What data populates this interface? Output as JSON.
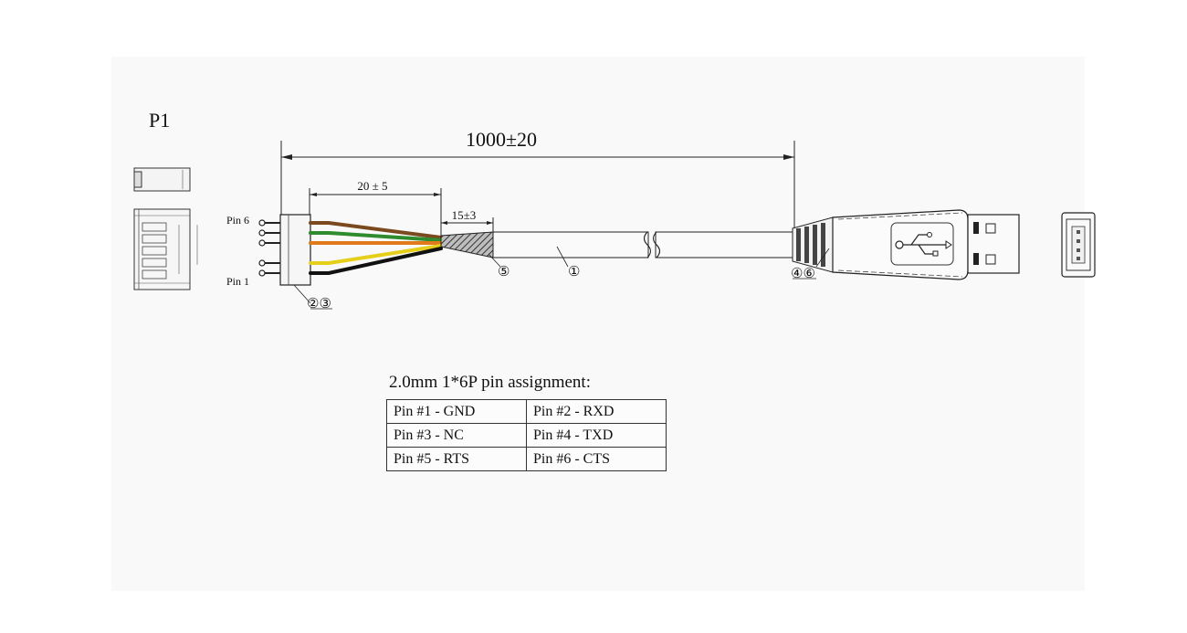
{
  "diagram": {
    "title": "P1",
    "overall_length": "1000±20",
    "strip_length": "20 ± 5",
    "shield_length": "15±3",
    "pin_top_label": "Pin 6",
    "pin_bottom_label": "Pin 1",
    "callout_connector": "②③",
    "callout_shield": "⑤",
    "callout_cable": "①",
    "callout_usb": "④⑥",
    "wire_colors": [
      "#7a4a1e",
      "#2e8b2e",
      "#e07a1a",
      "#e6cf1a",
      "#111111"
    ]
  },
  "pin_assignment": {
    "caption": "2.0mm 1*6P pin assignment:",
    "rows": [
      [
        "Pin #1 - GND",
        "Pin #2 - RXD"
      ],
      [
        "Pin #3 - NC",
        "Pin #4 - TXD"
      ],
      [
        "Pin #5 - RTS",
        "Pin #6 - CTS"
      ]
    ]
  }
}
